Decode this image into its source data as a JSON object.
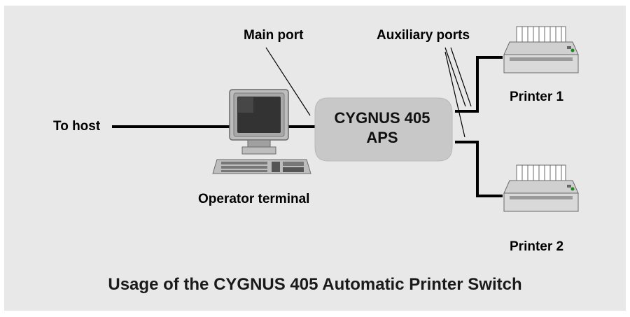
{
  "colors": {
    "frame_background": "#e8e8e8",
    "device_fill": "#c8c8c8",
    "cable": "#000000"
  },
  "labels": {
    "to_host": "To host",
    "main_port": "Main port",
    "auxiliary_ports": "Auxiliary ports",
    "printer_1": "Printer 1",
    "printer_2": "Printer 2",
    "operator_terminal": "Operator terminal",
    "device_line_1": "CYGNUS 405",
    "device_line_2": "APS"
  },
  "caption": "Usage of the CYGNUS 405 Automatic Printer Switch",
  "icons": [
    "computer-terminal-icon",
    "printer-icon"
  ]
}
